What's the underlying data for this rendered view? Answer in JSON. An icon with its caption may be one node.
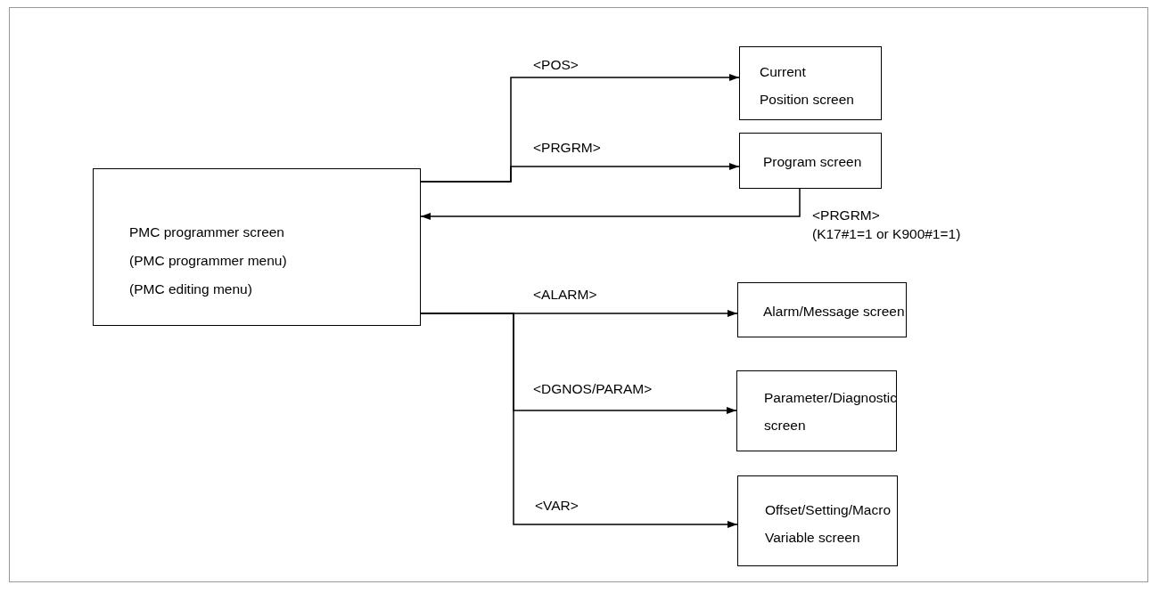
{
  "diagram": {
    "nodes": [
      {
        "text": [
          "PMC programmer screen",
          "(PMC programmer menu)",
          "(PMC editing menu)"
        ]
      },
      {
        "text": [
          "Current Position screen"
        ]
      },
      {
        "text": [
          "Program screen"
        ]
      },
      {
        "text": [
          "Alarm/Message screen"
        ]
      },
      {
        "text": [
          "Parameter/Diagnostic screen"
        ]
      },
      {
        "text": [
          "Offset/Setting/Macro Variable screen"
        ]
      }
    ],
    "edges": [
      {
        "from": 0,
        "to": 1,
        "arrow": "to",
        "label": "<POS>"
      },
      {
        "from": 0,
        "to": 2,
        "arrow": "to",
        "label": "<PRGRM>"
      },
      {
        "from": 2,
        "to": 0,
        "arrow": "to",
        "label": "<PRGRM>"
      },
      {
        "from": 0,
        "to": 3,
        "arrow": "to",
        "label": "<ALARM>"
      },
      {
        "from": 0,
        "to": 4,
        "arrow": "to",
        "label": "<DGNOS/PARAM>"
      },
      {
        "from": 0,
        "to": 5,
        "arrow": "to",
        "label": "<VAR>"
      }
    ],
    "labels": [
      "(K17#1=1 or K900#1=1)"
    ]
  }
}
